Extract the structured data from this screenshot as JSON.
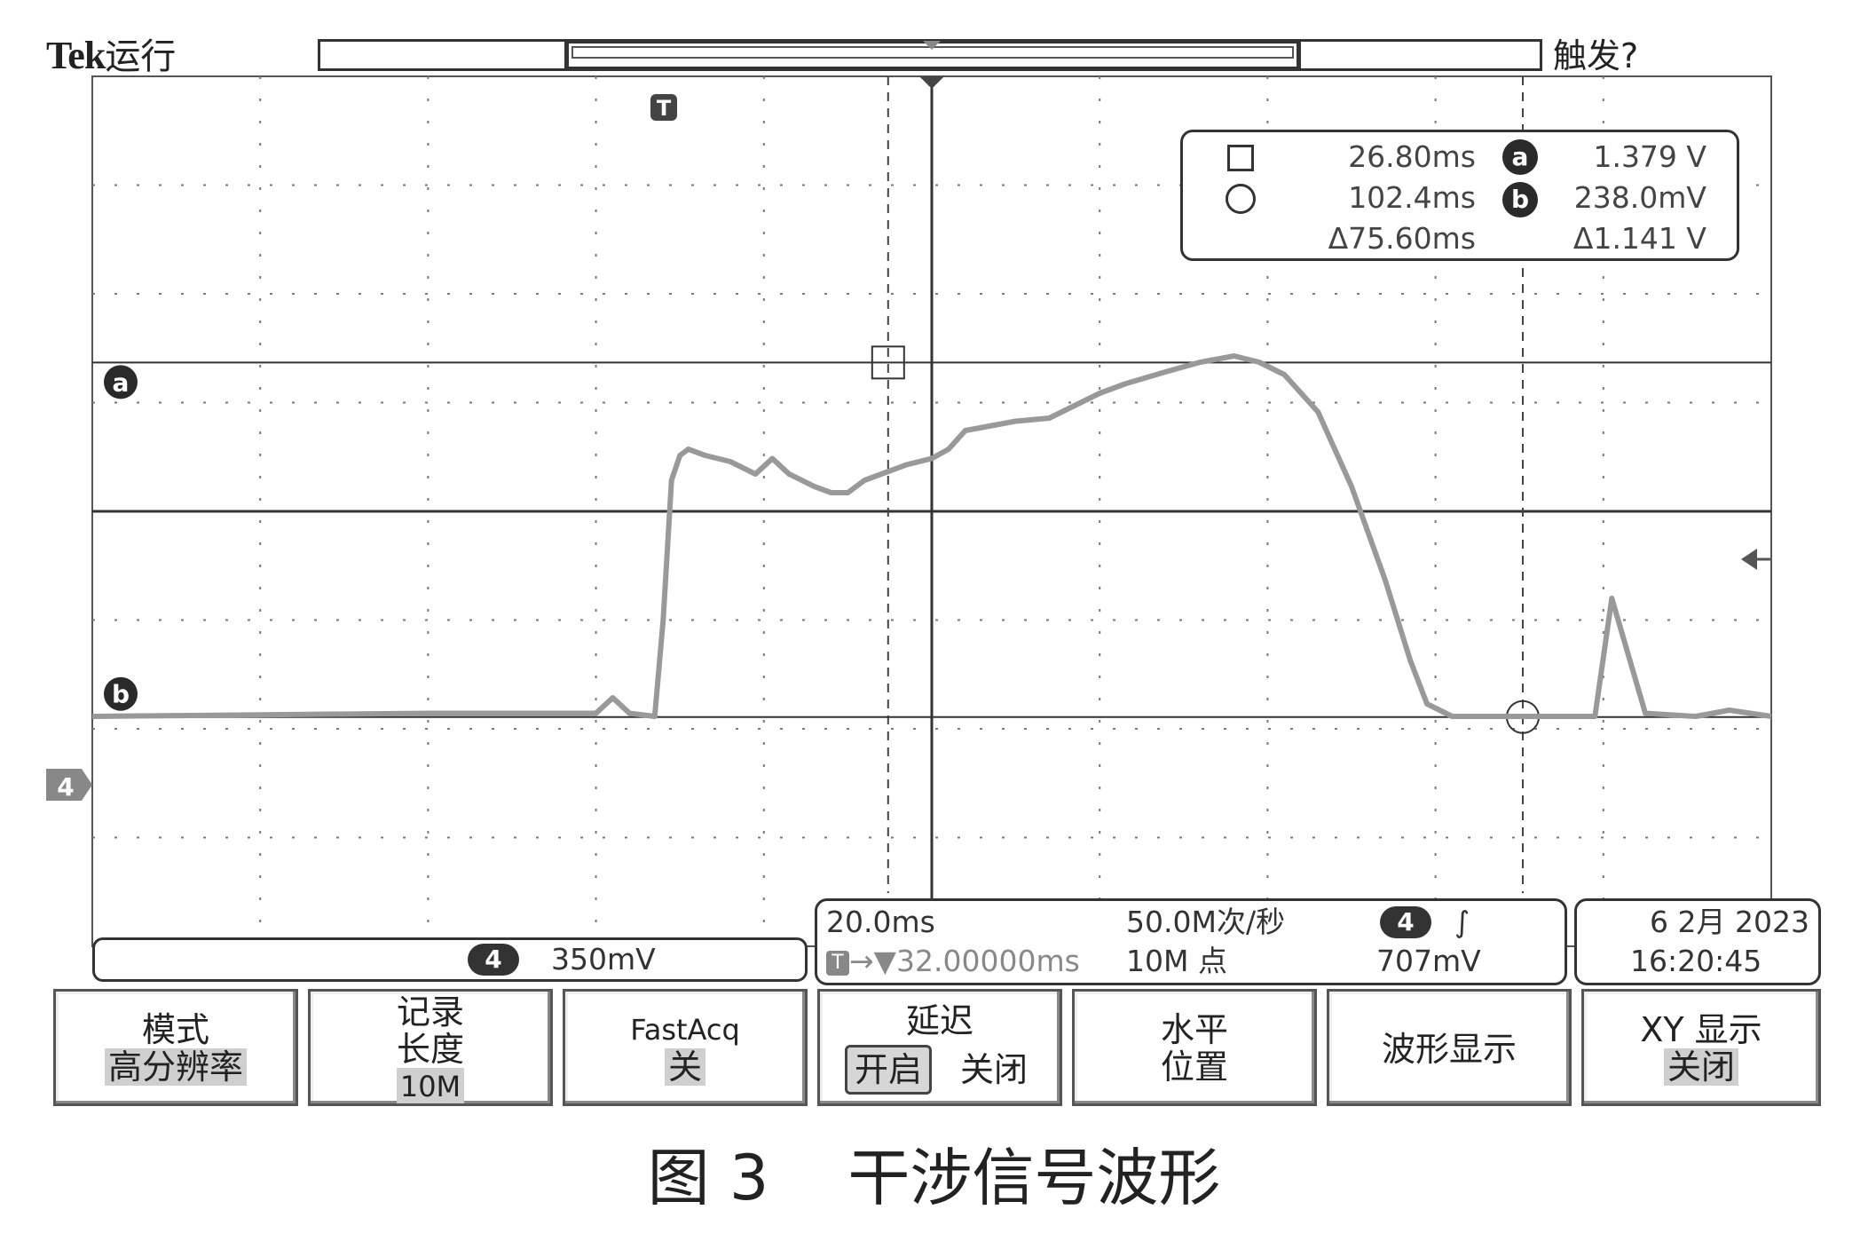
{
  "header": {
    "brand": "Tek",
    "run_state": "运行",
    "trigger_state": "触发?"
  },
  "readout": {
    "cursor1_time": "26.80ms",
    "cursor2_time": "102.4ms",
    "delta_time": "Δ75.60ms",
    "cursor_a_label": "a",
    "cursor_a_value": "1.379 V",
    "cursor_b_label": "b",
    "cursor_b_value": "238.0mV",
    "delta_value": "Δ1.141 V"
  },
  "markers": {
    "trigger_marker": "T",
    "cursor_a": "a",
    "cursor_b": "b",
    "channel_ground": "4"
  },
  "channel_bar": {
    "channel": "4",
    "scale": "350mV"
  },
  "time_bar": {
    "time_per_div": "20.0ms",
    "trigger_position_icon": "T",
    "delay": "→▼32.00000ms",
    "sample_rate": "50.0M次/秒",
    "record_length": "10M 点",
    "trigger_channel": "4",
    "trigger_slope": "∫",
    "trigger_level": "707mV"
  },
  "date_bar": {
    "date": "6 2月 2023",
    "time": "16:20:45"
  },
  "menu": {
    "mode_label": "模式",
    "mode_value": "高分辨率",
    "record_label_1": "记录",
    "record_label_2": "长度",
    "record_value": "10M",
    "fastacq_label": "FastAcq",
    "fastacq_value": "关",
    "delay_label": "延迟",
    "delay_on": "开启",
    "delay_off": "关闭",
    "horiz_label_1": "水平",
    "horiz_label_2": "位置",
    "waveform_label": "波形显示",
    "xy_label": "XY 显示",
    "xy_value": "关闭"
  },
  "caption": "图 3    干涉信号波形",
  "chart_data": {
    "type": "line",
    "title": "",
    "xlabel": "",
    "ylabel": "",
    "x_unit": "ms",
    "y_unit": "V",
    "xlim": [
      -100,
      100
    ],
    "ylim": [
      -0.5,
      2.3
    ],
    "grid": true,
    "series": [
      {
        "x": [
          -100,
          -60,
          -40,
          -38,
          -36,
          -33,
          -32,
          -31,
          -30,
          -29,
          -27,
          -24,
          -21,
          -19,
          -17,
          -14,
          -12,
          -10,
          -8,
          -6,
          -3,
          0,
          2,
          4,
          6,
          8,
          10,
          14,
          17,
          20,
          23,
          28,
          32,
          36,
          39,
          42,
          46,
          50,
          54,
          57,
          59,
          62,
          66,
          70,
          74,
          79,
          81,
          85,
          91,
          95,
          100
        ],
        "y": [
          0.24,
          0.25,
          0.25,
          0.3,
          0.25,
          0.24,
          0.55,
          1.0,
          1.08,
          1.1,
          1.08,
          1.06,
          1.02,
          1.07,
          1.02,
          0.98,
          0.96,
          0.96,
          1.0,
          1.02,
          1.05,
          1.07,
          1.1,
          1.16,
          1.17,
          1.18,
          1.19,
          1.2,
          1.24,
          1.28,
          1.31,
          1.35,
          1.38,
          1.4,
          1.38,
          1.34,
          1.22,
          0.98,
          0.68,
          0.42,
          0.28,
          0.24,
          0.24,
          0.24,
          0.24,
          0.24,
          0.62,
          0.25,
          0.24,
          0.26,
          0.24
        ]
      }
    ],
    "cursors": {
      "vertical_ms": [
        -5.2,
        70.4
      ],
      "horizontal_v": [
        1.379,
        0.238
      ]
    }
  }
}
